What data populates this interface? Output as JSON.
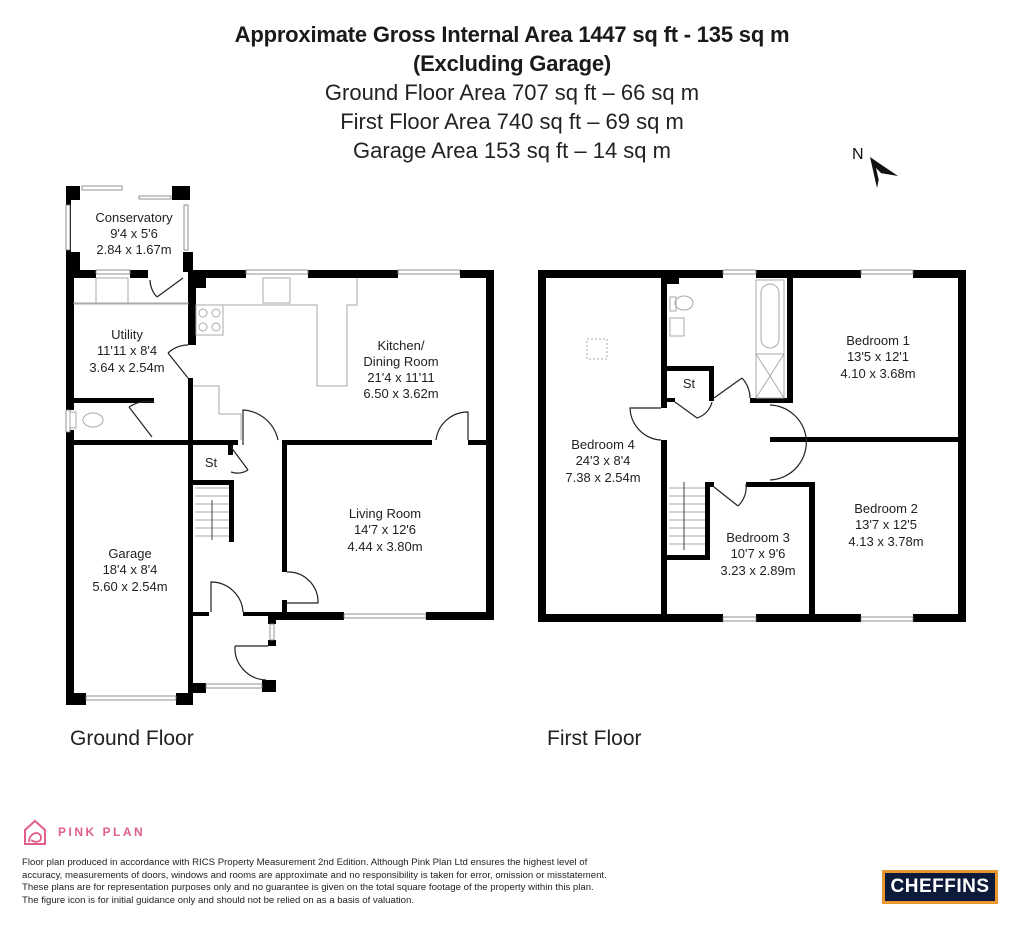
{
  "header": {
    "title_line1": "Approximate Gross Internal Area 1447 sq ft - 135 sq m",
    "title_line2": "(Excluding Garage)",
    "ground_floor_area": "Ground Floor Area 707 sq ft – 66 sq m",
    "first_floor_area": "First Floor Area 740 sq ft – 69 sq m",
    "garage_area": "Garage Area 153 sq ft – 14 sq m"
  },
  "compass": {
    "label": "N",
    "icon": "north-arrow-icon"
  },
  "ground_floor": {
    "label": "Ground Floor",
    "rooms": [
      {
        "name": "Conservatory",
        "imperial": "9'4 x 5'6",
        "metric": "2.84 x 1.67m"
      },
      {
        "name": "Utility",
        "imperial": "11'11 x 8'4",
        "metric": "3.64 x 2.54m"
      },
      {
        "name": "Kitchen/",
        "name2": "Dining Room",
        "imperial": "21'4 x 11'11",
        "metric": "6.50 x 3.62m"
      },
      {
        "name": "Living Room",
        "imperial": "14'7 x 12'6",
        "metric": "4.44 x 3.80m"
      },
      {
        "name": "Garage",
        "imperial": "18'4 x 8'4",
        "metric": "5.60 x 2.54m"
      },
      {
        "name": "St"
      }
    ]
  },
  "first_floor": {
    "label": "First Floor",
    "rooms": [
      {
        "name": "Bedroom 1",
        "imperial": "13'5 x 12'1",
        "metric": "4.10 x 3.68m"
      },
      {
        "name": "Bedroom 2",
        "imperial": "13'7 x 12'5",
        "metric": "4.13 x 3.78m"
      },
      {
        "name": "Bedroom 3",
        "imperial": "10'7 x 9'6",
        "metric": "3.23 x 2.89m"
      },
      {
        "name": "Bedroom 4",
        "imperial": "24'3 x 8'4",
        "metric": "7.38 x 2.54m"
      },
      {
        "name": "St"
      }
    ]
  },
  "footer": {
    "brand": "PINK PLAN",
    "disclaimer": "Floor plan produced in accordance with RICS Property Measurement 2nd Edition. Although Pink Plan Ltd ensures the highest level of accuracy, measurements of doors, windows and rooms are approximate and no responsibility is taken for error, omission or misstatement. These plans are for representation purposes only and no guarantee is given on the total square footage of the property within this plan. The figure icon is for initial guidance only and should not be relied on as a basis of valuation.",
    "agent_logo": "CHEFFINS"
  },
  "colors": {
    "wall": "#000000",
    "pink_plan": "#e0608a",
    "cheffins_bg": "#0d1a3a",
    "cheffins_border": "#e8962e"
  }
}
